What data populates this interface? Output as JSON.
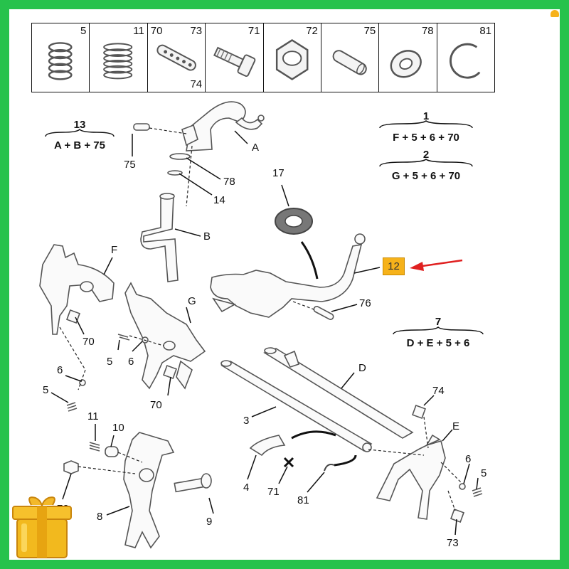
{
  "parts_table": [
    {
      "number": "5"
    },
    {
      "number": "11"
    },
    {
      "number": "70",
      "number2": "73",
      "number3": "74"
    },
    {
      "number": "71"
    },
    {
      "number": "72"
    },
    {
      "number": "75"
    },
    {
      "number": "78"
    },
    {
      "number": "81"
    }
  ],
  "formulas": {
    "f13": {
      "id": "13",
      "expr": "A + B + 75"
    },
    "f1": {
      "id": "1",
      "expr": "F + 5 + 6 + 70"
    },
    "f2": {
      "id": "2",
      "expr": "G + 5 + 6 + 70"
    },
    "f7": {
      "id": "7",
      "expr": "D + E + 5 + 6"
    }
  },
  "labels": {
    "A": "A",
    "B": "B",
    "D": "D",
    "E": "E",
    "F": "F",
    "G": "G",
    "n75": "75",
    "n78": "78",
    "n14": "14",
    "n17": "17",
    "n76": "76",
    "n70a": "70",
    "n70b": "70",
    "n5a": "5",
    "n6a": "6",
    "n6b": "6",
    "n5b": "5",
    "n11": "11",
    "n10": "10",
    "n72": "72",
    "n8": "8",
    "n9": "9",
    "n3": "3",
    "n4": "4",
    "n71": "71",
    "n81": "81",
    "n74": "74",
    "n6c": "6",
    "n5c": "5",
    "n73": "73"
  },
  "highlight": {
    "label": "12",
    "color": "#f6b21a",
    "arrow_color": "#e02020"
  },
  "colors": {
    "frame": "#27c24c",
    "badge": "#f6b21a"
  }
}
